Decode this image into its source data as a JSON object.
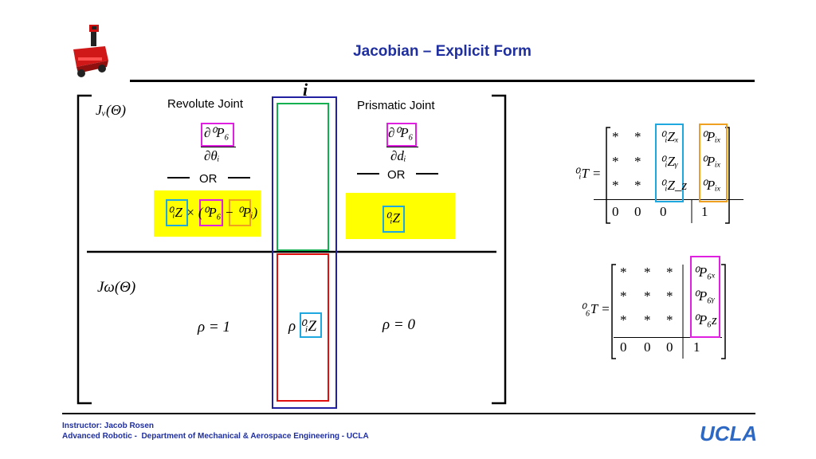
{
  "slide": {
    "title": "Jacobian – Explicit Form",
    "column_index_label": "i",
    "revolute": {
      "heading": "Revolute Joint",
      "partial_num": "∂⁰P₆",
      "partial_den": "∂θᵢ",
      "or_label": "OR",
      "alt_expr": "⁰ᵢZ × (⁰P₆ − ⁰Pᵢ)",
      "rho": "ρ = 1"
    },
    "prismatic": {
      "heading": "Prismatic Joint",
      "partial_num": "∂⁰P₆",
      "partial_den": "∂dᵢ",
      "or_label": "OR",
      "alt_expr": "⁰ᵢZ",
      "rho": "ρ = 0"
    },
    "jv_label": "Jᵥ(Θ)",
    "jw_label": "Jω(Θ)",
    "jw_entry": "ρ ⁰ᵢZ",
    "T0i": {
      "label": "⁰ᵢT =",
      "rows": [
        [
          "*",
          "*",
          "⁰ᵢZₓ",
          "⁰Pᵢₓ"
        ],
        [
          "*",
          "*",
          "⁰ᵢZᵧ",
          "⁰Pᵢₓ"
        ],
        [
          "*",
          "*",
          "⁰ᵢZ_z",
          "⁰Pᵢₓ"
        ],
        [
          "0",
          "0",
          "0",
          "1"
        ]
      ]
    },
    "T06": {
      "label": "⁰₆T =",
      "rows": [
        [
          "*",
          "*",
          "*",
          "⁰P₆ₓ"
        ],
        [
          "*",
          "*",
          "*",
          "⁰P₆ᵧ"
        ],
        [
          "*",
          "*",
          "*",
          "⁰P₆z"
        ],
        [
          "0",
          "0",
          "0",
          "1"
        ]
      ]
    },
    "footer": {
      "instructor": "Instructor: Jacob Rosen",
      "course": "Advanced Robotic -  Department of Mechanical & Aerospace Engineering - UCLA",
      "logo": "UCLA"
    },
    "colors": {
      "title": "#1f2fa0",
      "highlight": "#ffff00",
      "magenta_box": "#e020e0",
      "cyan_box": "#1fa8e0",
      "orange_box": "#f0a020",
      "green_box": "#10b050",
      "red_box": "#e01010",
      "navy_box": "#2020a0"
    }
  }
}
